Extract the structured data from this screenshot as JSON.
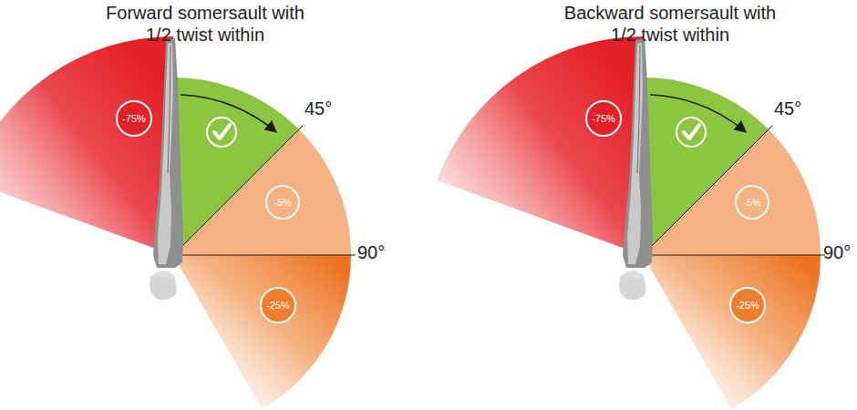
{
  "diagram": {
    "nodes": [
      {
        "text": [
          "-75%"
        ]
      },
      {
        "text": [
          "-5%"
        ]
      },
      {
        "text": [
          "-25%"
        ]
      },
      {
        "text": [
          "-75%"
        ]
      },
      {
        "text": [
          "-5%"
        ]
      },
      {
        "text": [
          "-25%"
        ]
      }
    ],
    "labels": [
      "Forward somersault with 1/2 twist within",
      "45°",
      "90°",
      "Backward somersault with 1/2 twist within",
      "45°",
      "90°"
    ]
  }
}
